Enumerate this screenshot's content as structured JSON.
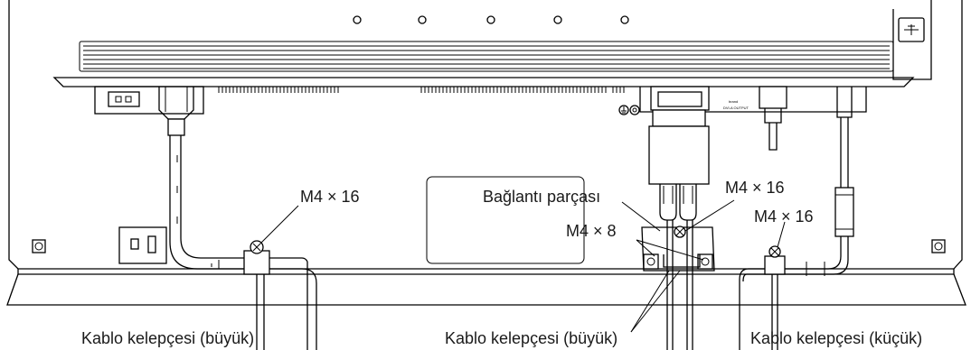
{
  "labels": {
    "bracket": "Bağlantı parçası",
    "screw_m4x16_left": "M4 × 16",
    "screw_m4x16_center": "M4 × 16",
    "screw_m4x16_right": "M4 × 16",
    "screw_m4x8": "M4 × 8",
    "clamp_large_left": "Kablo kelepçesi (büyük)",
    "clamp_large_center": "Kablo kelepçesi (büyük)",
    "clamp_small_right": "Kablo kelepçesi (küçük)"
  },
  "icons": [
    "vent-holes",
    "ground-symbol",
    "usb-icon",
    "cable-clamp",
    "screw-head",
    "power-socket"
  ],
  "colors": {
    "line": "#000000",
    "background": "#ffffff",
    "label_shape": "#f0f0f0"
  }
}
